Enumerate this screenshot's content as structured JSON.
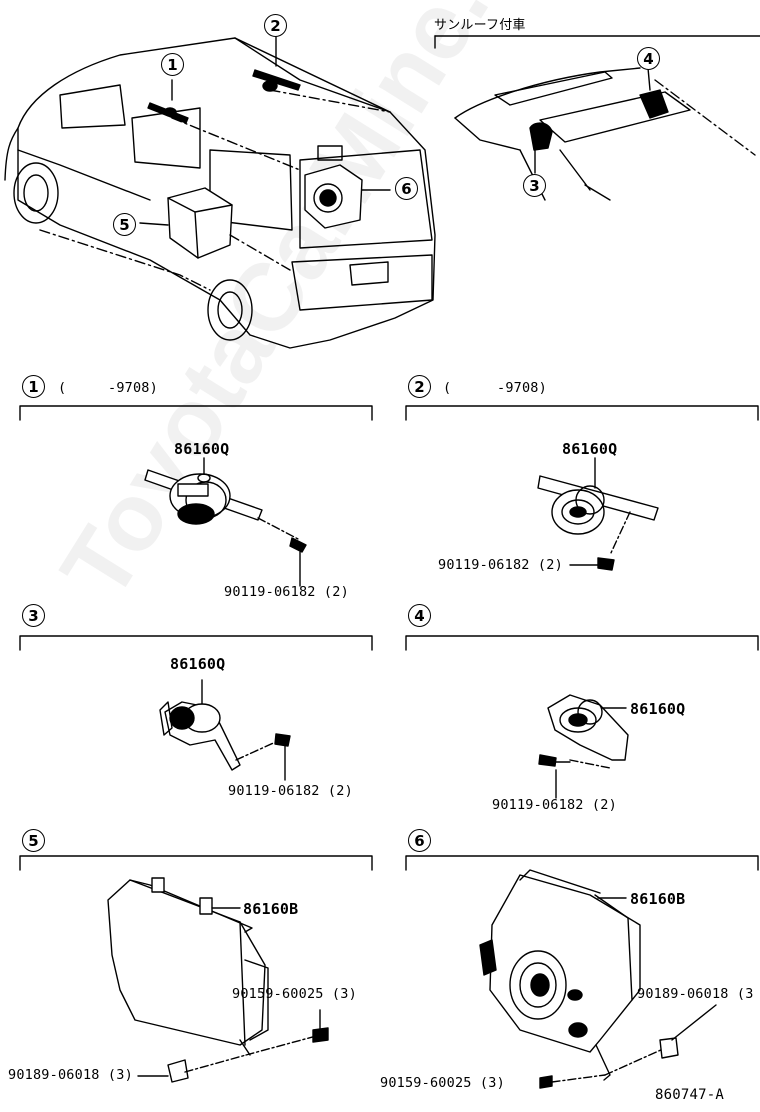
{
  "watermark": "ToyotaCarMine.ru",
  "sunroof_label": "サンルーフ付車",
  "callouts": [
    "1",
    "2",
    "3",
    "4",
    "5",
    "6"
  ],
  "sections": {
    "s1": {
      "num": "1",
      "range_open": "(",
      "range_end": "-9708)",
      "part": "86160Q",
      "bolt": "90119-06182 (2)"
    },
    "s2": {
      "num": "2",
      "range_open": "(",
      "range_end": "-9708)",
      "part": "86160Q",
      "bolt": "90119-06182 (2)"
    },
    "s3": {
      "num": "3",
      "part": "86160Q",
      "bolt": "90119-06182 (2)"
    },
    "s4": {
      "num": "4",
      "part": "86160Q",
      "bolt": "90119-06182 (2)"
    },
    "s5": {
      "num": "5",
      "part": "86160B",
      "screw": "90159-60025 (3)",
      "clip": "90189-06018 (3)"
    },
    "s6": {
      "num": "6",
      "part": "86160B",
      "clip": "90189-06018 (3",
      "screw": "90159-60025 (3)"
    }
  },
  "figure_id": "860747-A"
}
